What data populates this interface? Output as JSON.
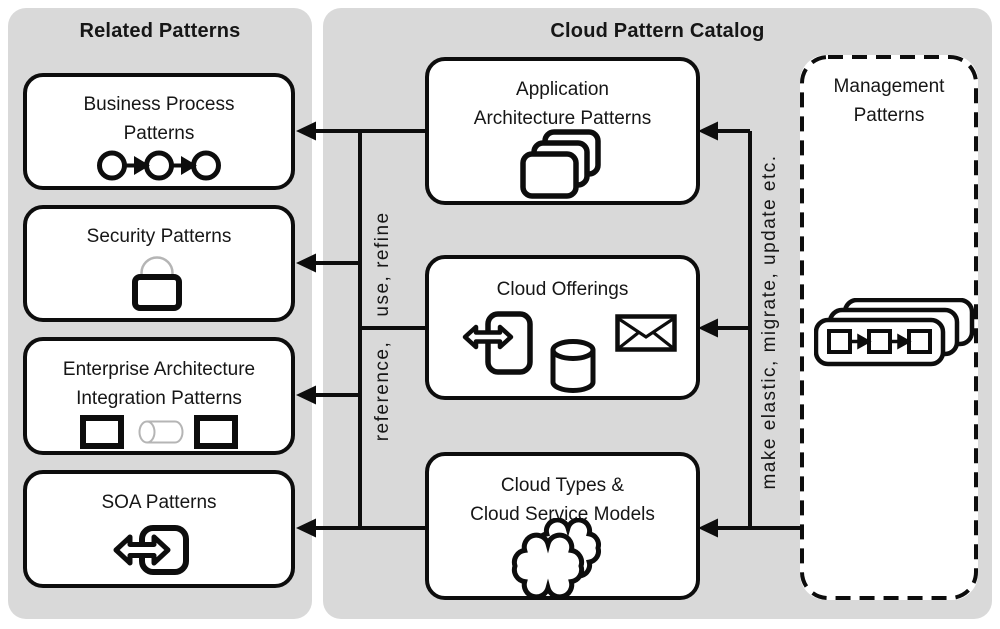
{
  "left_panel": {
    "title": "Related Patterns",
    "boxes": [
      {
        "id": "business-process-patterns",
        "lines": [
          "Business Process",
          "Patterns"
        ]
      },
      {
        "id": "security-patterns",
        "lines": [
          "Security Patterns"
        ]
      },
      {
        "id": "enterprise-integration",
        "lines": [
          "Enterprise Architecture",
          "Integration Patterns"
        ]
      },
      {
        "id": "soa-patterns",
        "lines": [
          "SOA Patterns"
        ]
      }
    ]
  },
  "right_panel": {
    "title": "Cloud Pattern Catalog",
    "boxes": [
      {
        "id": "application-architecture-patterns",
        "lines": [
          "Application",
          "Architecture Patterns"
        ]
      },
      {
        "id": "cloud-offerings",
        "lines": [
          "Cloud Offerings"
        ]
      },
      {
        "id": "cloud-types-service-models",
        "lines": [
          "Cloud Types &",
          "Cloud Service Models"
        ]
      }
    ],
    "management_box": {
      "lines": [
        "Management",
        "Patterns"
      ]
    }
  },
  "edge_labels": {
    "reference": "reference,",
    "use_refine": "use, refine",
    "make_elastic": "make elastic, migrate, update etc."
  },
  "icons": {
    "business_process": "process-circles-flow-icon",
    "security": "padlock-icon",
    "enterprise": "component-pipe-component-icon",
    "soa": "double-arrow-card-icon",
    "application": "stacked-cards-icon",
    "offerings": [
      "arrow-card-icon",
      "database-cylinder-icon",
      "envelope-icon"
    ],
    "cloud_types": "clouds-icon",
    "management": "stacked-process-cards-icon"
  },
  "colors": {
    "panel_gray": "#d9d9d9",
    "ink": "#0d0d0d",
    "light_icon_gray": "#b5b5b5",
    "box_fill": "#ffffff"
  }
}
